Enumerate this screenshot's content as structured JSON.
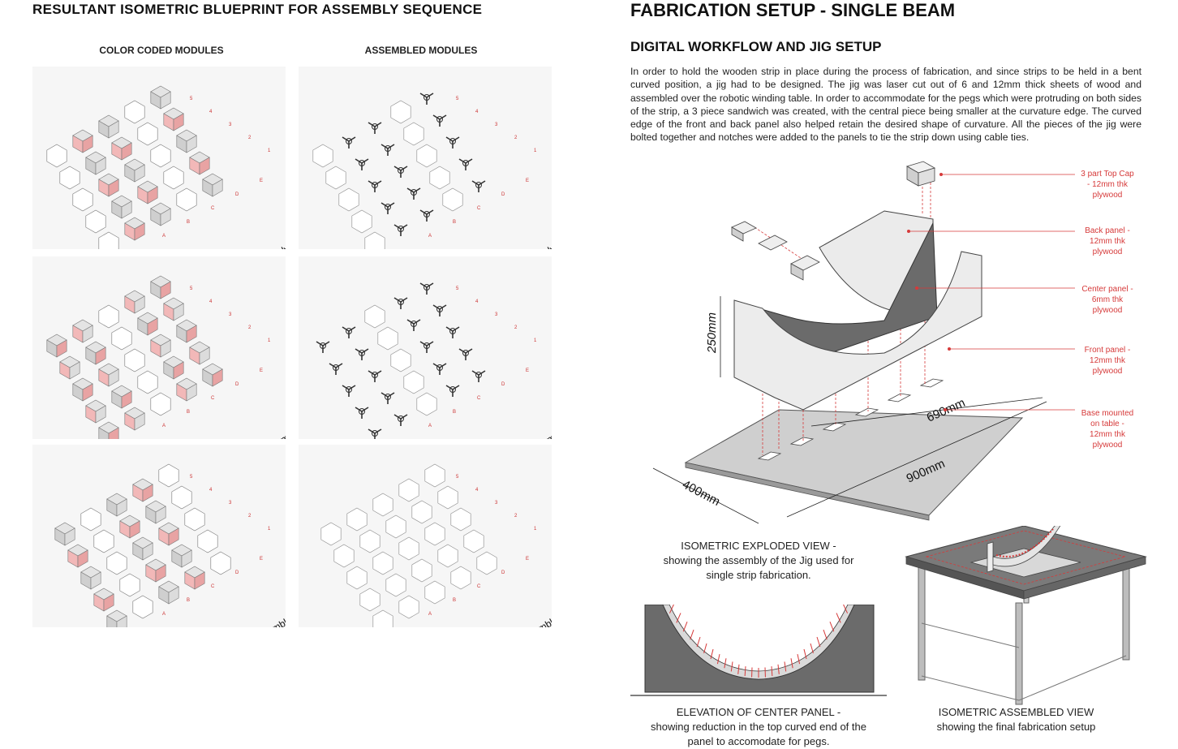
{
  "left_title": "RESULTANT ISOMETRIC BLUEPRINT FOR ASSEMBLY SEQUENCE",
  "col_headers": [
    "COLOR CODED MODULES",
    "ASSEMBLED MODULES"
  ],
  "rows": [
    {
      "label": "First Level assembly"
    },
    {
      "label": "Second Level assembly"
    },
    {
      "label": "Top Level assembly"
    }
  ],
  "grid_letters": [
    "A",
    "B",
    "C",
    "D",
    "E"
  ],
  "grid_numbers": [
    "1",
    "2",
    "3",
    "4",
    "5"
  ],
  "right_title": "FABRICATION SETUP - SINGLE BEAM",
  "right_subtitle": "DIGITAL WORKFLOW AND JIG SETUP",
  "paragraph": "In order to hold the wooden strip in place during the process of fabrication, and since strips to be held in a bent curved position, a jig had to be designed. The jig was laser cut out of 6 and 12mm thick sheets of wood and assembled over the robotic winding table. In order to accommodate for the pegs which were protruding on both sides of the strip, a 3 piece sandwich was created, with the central piece being smaller at the curvature edge. The curved edge of the front and back panel also helped retain the desired shape of curvature. All the pieces of the jig were bolted together and notches were added to the panels to tie the strip down using cable ties.",
  "dimensions": {
    "height": "250mm",
    "length": "690mm",
    "base_length": "900mm",
    "base_width": "400mm"
  },
  "callouts": [
    {
      "text": "3 part Top Cap - 12mm thk plywood"
    },
    {
      "text": "Back panel - 12mm thk plywood"
    },
    {
      "text": "Center panel - 6mm thk plywood"
    },
    {
      "text": "Front panel - 12mm thk plywood"
    },
    {
      "text": "Base mounted on table - 12mm thk plywood"
    }
  ],
  "captions": {
    "exploded": {
      "title": "ISOMETRIC EXPLODED VIEW -",
      "body": "showing the assembly of the Jig used for single strip fabrication."
    },
    "elevation": {
      "title": "ELEVATION OF CENTER PANEL -",
      "body": "showing reduction in the top curved end of the panel to accomodate for pegs."
    },
    "assembled": {
      "title": "ISOMETRIC ASSEMBLED VIEW",
      "body": "showing the final fabrication setup"
    }
  },
  "colors": {
    "accent_red": "#d63a3a",
    "panel_grey": "#e6e6e6",
    "dark_grey": "#6b6b6b",
    "module_pink": "#f2b8b8"
  }
}
